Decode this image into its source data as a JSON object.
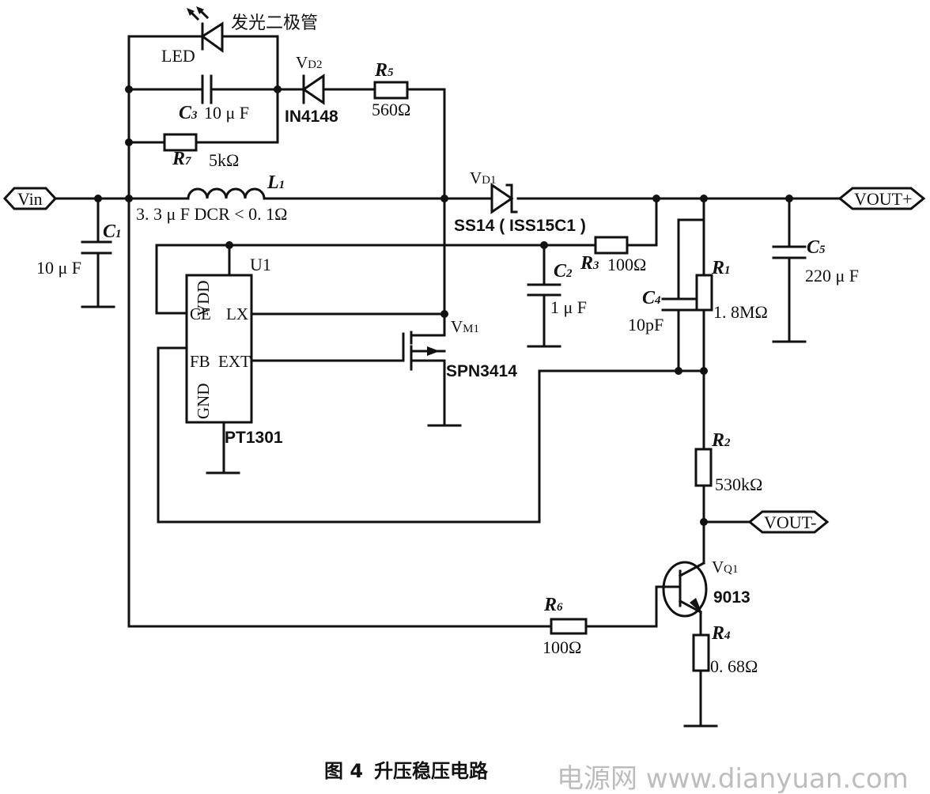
{
  "title": "升压稳压电路",
  "caption": {
    "figure": "图 4",
    "title": "升压稳压电路"
  },
  "watermark": "电源网 www.dianyuan.com",
  "ports": {
    "vin": "Vin",
    "vout_plus": "VOUT+",
    "vout_minus": "VOUT-"
  },
  "components": {
    "led": {
      "label": "LED",
      "desc": "发光二极管"
    },
    "vd2": {
      "ref": "V",
      "ref_sub": "D2",
      "value": "IN4148"
    },
    "r5": {
      "ref": "R",
      "ref_sub": "5",
      "value": "560Ω"
    },
    "c3": {
      "ref": "C",
      "ref_sub": "3",
      "value": "10 μ F"
    },
    "r7": {
      "ref": "R",
      "ref_sub": "7",
      "value": "5kΩ"
    },
    "l1": {
      "ref": "L",
      "ref_sub": "1",
      "value": "3. 3 μ F  DCR < 0. 1Ω"
    },
    "c1": {
      "ref": "C",
      "ref_sub": "1",
      "value": "10 μ F"
    },
    "vd1": {
      "ref": "V",
      "ref_sub": "D1",
      "value": "SS14 ( ISS15C1 )"
    },
    "r3": {
      "ref": "R",
      "ref_sub": "3",
      "value": "100Ω"
    },
    "c2": {
      "ref": "C",
      "ref_sub": "2",
      "value": "1 μ F"
    },
    "c4": {
      "ref": "C",
      "ref_sub": "4",
      "value": "10pF"
    },
    "r1": {
      "ref": "R",
      "ref_sub": "1",
      "value": "1. 8MΩ"
    },
    "c5": {
      "ref": "C",
      "ref_sub": "5",
      "value": "220 μ F"
    },
    "u1": {
      "ref": "U1",
      "part": "PT1301",
      "pins": {
        "vdd": "VDD",
        "ce": "CE",
        "lx": "LX",
        "fb": "FB",
        "ext": "EXT",
        "gnd": "GND"
      }
    },
    "vm1": {
      "ref": "V",
      "ref_sub": "M1",
      "part": "SPN3414"
    },
    "r2": {
      "ref": "R",
      "ref_sub": "2",
      "value": "530kΩ"
    },
    "vq1": {
      "ref": "V",
      "ref_sub": "Q1",
      "part": "9013"
    },
    "r6": {
      "ref": "R",
      "ref_sub": "6",
      "value": "100Ω"
    },
    "r4": {
      "ref": "R",
      "ref_sub": "4",
      "value": "0. 68Ω"
    }
  }
}
